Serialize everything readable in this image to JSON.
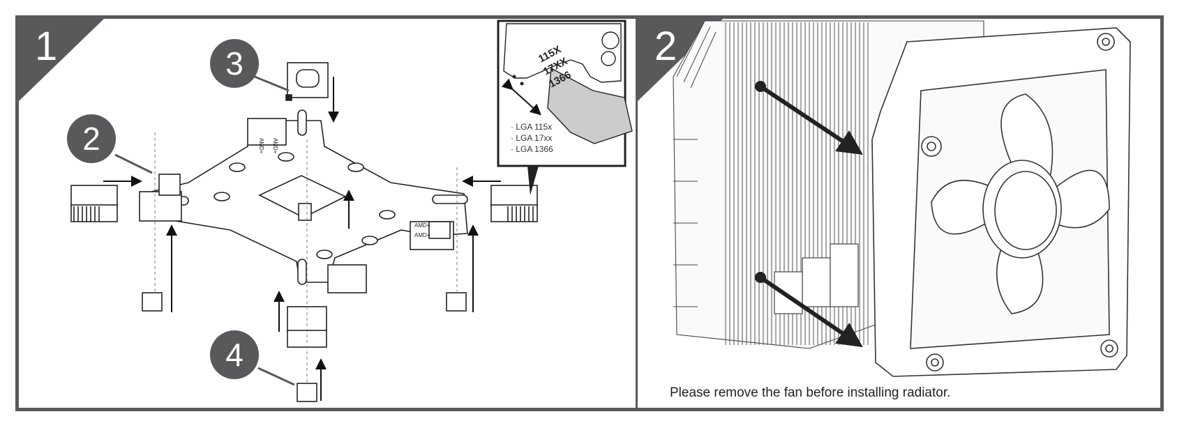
{
  "panels": [
    {
      "step_label": "1",
      "callouts": [
        "3",
        "2",
        "4"
      ],
      "inset": {
        "board_text": [
          "115X",
          "17XX",
          "1366"
        ],
        "legend": [
          "· LGA 115x",
          "· LGA 17xx",
          "· LGA 1366"
        ]
      },
      "part_markings": [
        "AMD+",
        "AMD+",
        "AMD+",
        "AMD+"
      ]
    },
    {
      "step_label": "2",
      "caption": "Please remove the fan before installing radiator."
    }
  ]
}
